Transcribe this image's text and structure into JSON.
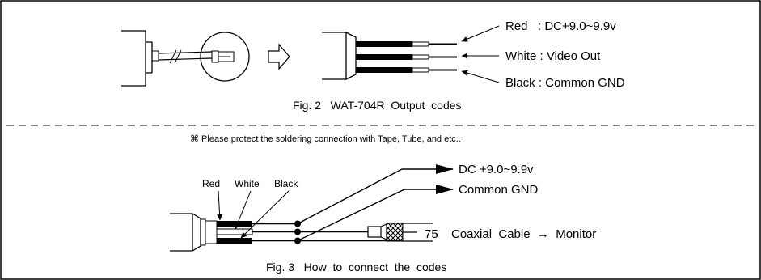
{
  "fig2": {
    "labels": {
      "red": "Red   : DC+9.0~9.9v",
      "white": "White : Video Out",
      "black": "Black : Common GND"
    },
    "caption": "Fig. 2   WAT-704R  Output  codes"
  },
  "note": "⌘ Please protect the soldering connection with Tape, Tube, and etc..",
  "fig3": {
    "wire_labels": {
      "red": "Red",
      "white": "White",
      "black": "Black"
    },
    "dc": "DC +9.0~9.9v",
    "gnd": "Common GND",
    "impedance": "75",
    "coax": "Coaxial  Cable  →  Monitor",
    "caption": "Fig. 3   How  to  connect  the  codes"
  }
}
